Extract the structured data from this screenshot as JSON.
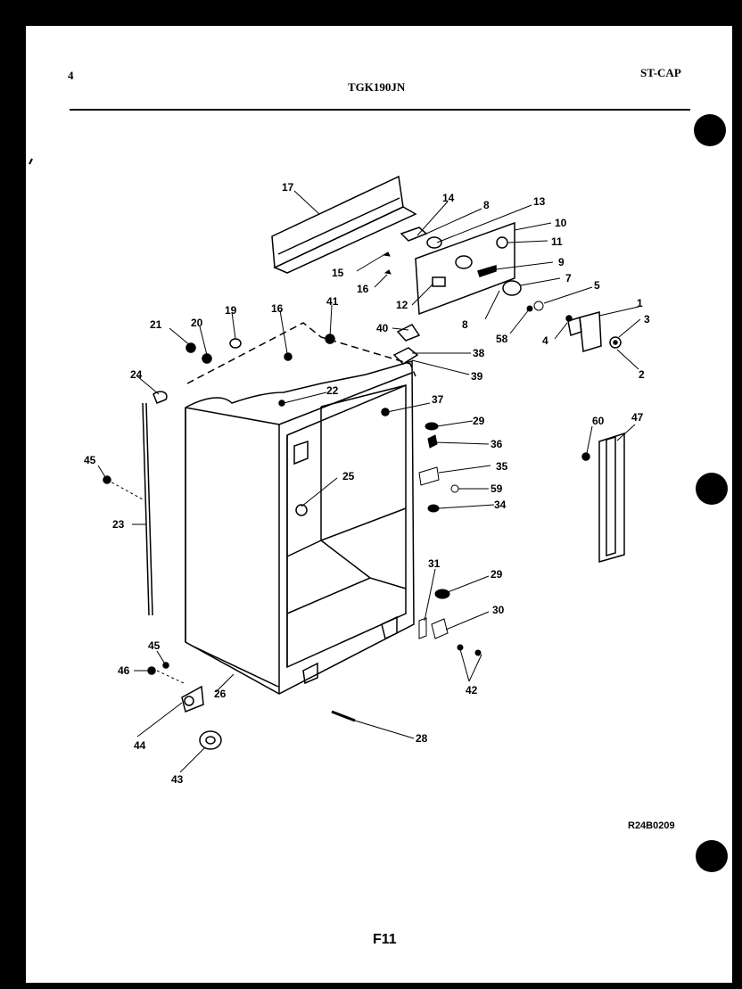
{
  "header": {
    "page_number": "4",
    "model": "TGK190JN",
    "section": "ST-CAP"
  },
  "footer": {
    "drawing_code": "R24B0209",
    "figure": "F11"
  },
  "part_labels": {
    "p1": "1",
    "p2": "2",
    "p3": "3",
    "p4": "4",
    "p5": "5",
    "p7": "7",
    "p8a": "8",
    "p8b": "8",
    "p9": "9",
    "p10": "10",
    "p11": "11",
    "p12": "12",
    "p13": "13",
    "p14": "14",
    "p15": "15",
    "p16a": "16",
    "p16b": "16",
    "p17": "17",
    "p19": "19",
    "p20": "20",
    "p21": "21",
    "p22": "22",
    "p23": "23",
    "p24": "24",
    "p25": "25",
    "p26": "26",
    "p28": "28",
    "p29a": "29",
    "p29b": "29",
    "p30": "30",
    "p31": "31",
    "p34": "34",
    "p35": "35",
    "p36": "36",
    "p37": "37",
    "p38": "38",
    "p39": "39",
    "p40": "40",
    "p41": "41",
    "p42": "42",
    "p43": "43",
    "p44": "44",
    "p45a": "45",
    "p45b": "45",
    "p46": "46",
    "p47": "47",
    "p58": "58",
    "p59": "59",
    "p60": "60"
  }
}
